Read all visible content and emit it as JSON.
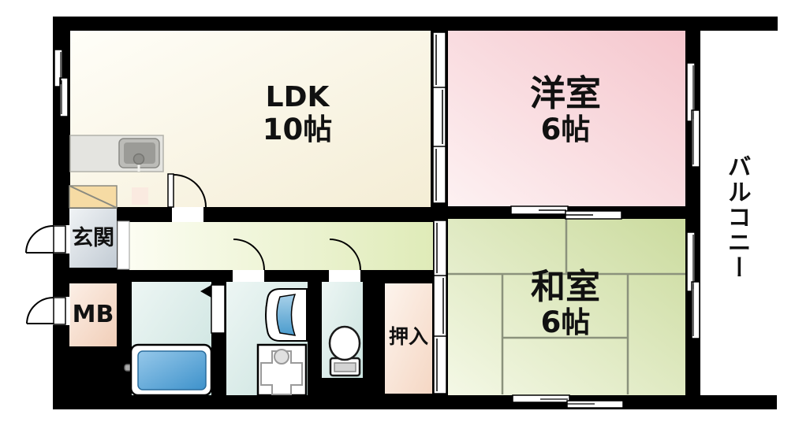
{
  "plan": {
    "type": "apartment-floor-plan",
    "rooms": {
      "ldk": {
        "name": "LDK",
        "size": "10帖"
      },
      "western_room": {
        "name": "洋室",
        "size": "6帖"
      },
      "japanese_room": {
        "name": "和室",
        "size": "6帖"
      },
      "entrance": {
        "name": "玄関"
      },
      "meter_box": {
        "name": "MB"
      },
      "closet": {
        "name": "押入"
      },
      "balcony": {
        "name": "バルコニー"
      }
    },
    "colors": {
      "wall": "#000000",
      "ldk_floor": "#f7f0da",
      "western_room_floor": "#f5c7cd",
      "japanese_room_floor": "#cedea2",
      "hallway_floor": "#e2edbc",
      "wet_area_floor": "#d2e6e2",
      "entrance_floor": "#c6ced6",
      "meter_box_fill": "#f3d1bb",
      "closet_fill": "#f7dac7",
      "kitchen_counter": "#e4e4e0",
      "refrigerator_space": "#f6dba4",
      "bathtub": "#3e92cb",
      "tatami_line": "#8b927c"
    },
    "fixtures": [
      "kitchen-sink",
      "refrigerator-space",
      "bathtub",
      "vanity-mirror",
      "washing-machine-pan",
      "toilet"
    ]
  }
}
